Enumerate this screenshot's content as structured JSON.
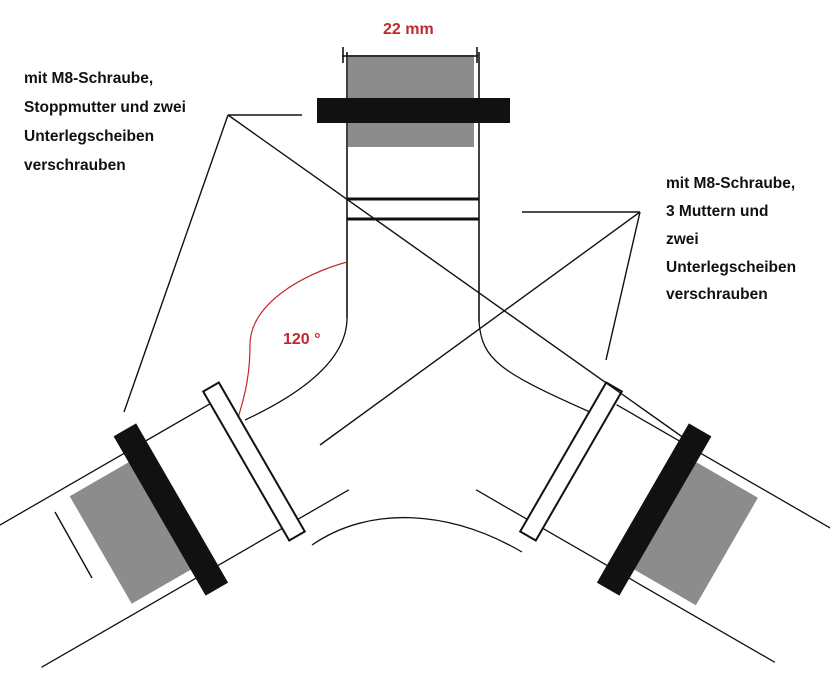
{
  "dimension": {
    "label": "22 mm",
    "color": "#c0282e"
  },
  "angle": {
    "label": "120 °",
    "color": "#c0282e"
  },
  "note_left": {
    "lines": [
      "mit M8-Schraube,",
      "Stoppmutter und zwei",
      "Unterlegscheiben",
      "verschrauben"
    ]
  },
  "note_right": {
    "lines": [
      "mit M8-Schraube,",
      "3 Muttern und",
      "zwei",
      "Unterlegscheiben",
      "verschrauben"
    ]
  },
  "colors": {
    "clamp": "#111111",
    "pad": "#8c8c8c",
    "outline": "#111111",
    "background": "#ffffff"
  }
}
